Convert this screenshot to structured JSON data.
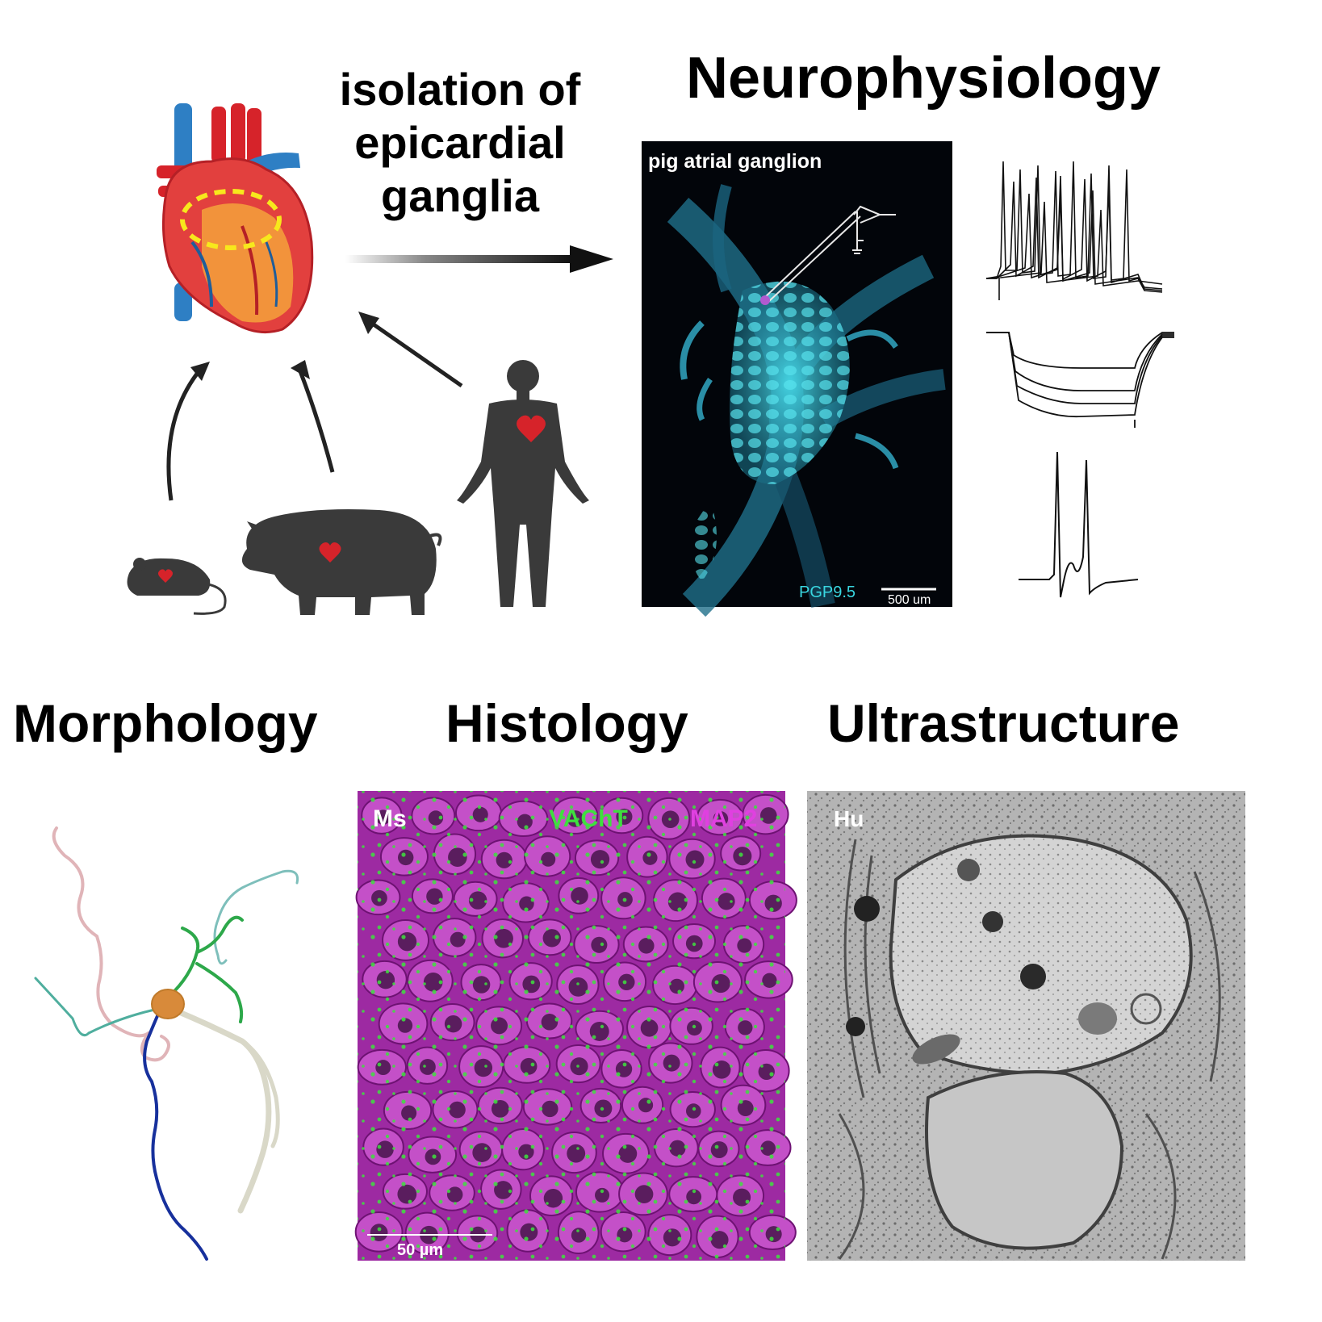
{
  "titles": {
    "neurophysiology": "Neurophysiology",
    "morphology": "Morphology",
    "histology": "Histology",
    "ultrastructure": "Ultrastructure"
  },
  "isolation_label": [
    "isolation of",
    "epicardial",
    "ganglia"
  ],
  "ganglion_panel": {
    "label": "pig atrial ganglion",
    "stain": "PGP9.5",
    "scale": "500 um",
    "stain_color": "#39d6e0"
  },
  "histology_panel": {
    "species": "Ms",
    "marker1": "VAChT",
    "marker2": "MAP2",
    "scale": "50 µm",
    "marker1_color": "#3ee03e",
    "marker2_color": "#e040e0"
  },
  "ultrastructure_panel": {
    "species": "Hu"
  },
  "colors": {
    "heart_red": "#d6232a",
    "vessel_blue": "#2e7fc4",
    "silhouette": "#3a3a3a",
    "dashed_highlight": "#f7e81c"
  },
  "icons": [
    "heart-icon",
    "mouse-icon",
    "pig-icon",
    "human-icon",
    "patch-pipette-icon"
  ]
}
